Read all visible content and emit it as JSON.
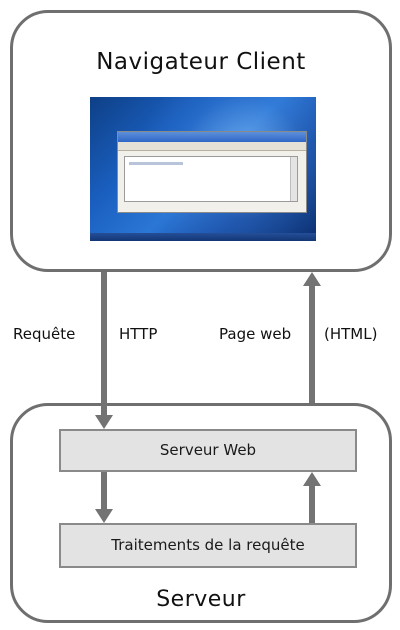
{
  "client": {
    "title": "Navigateur Client"
  },
  "server": {
    "title": "Serveur",
    "webserver_label": "Serveur Web",
    "processing_label": "Traitements de la requête"
  },
  "arrows": {
    "request_label_1": "Requête",
    "request_label_2": "HTTP",
    "response_label_1": "Page web",
    "response_label_2": "(HTML)"
  },
  "colors": {
    "border": "#6f6f6f",
    "arrow": "#737373",
    "inner_box_fill": "#e3e3e3"
  }
}
